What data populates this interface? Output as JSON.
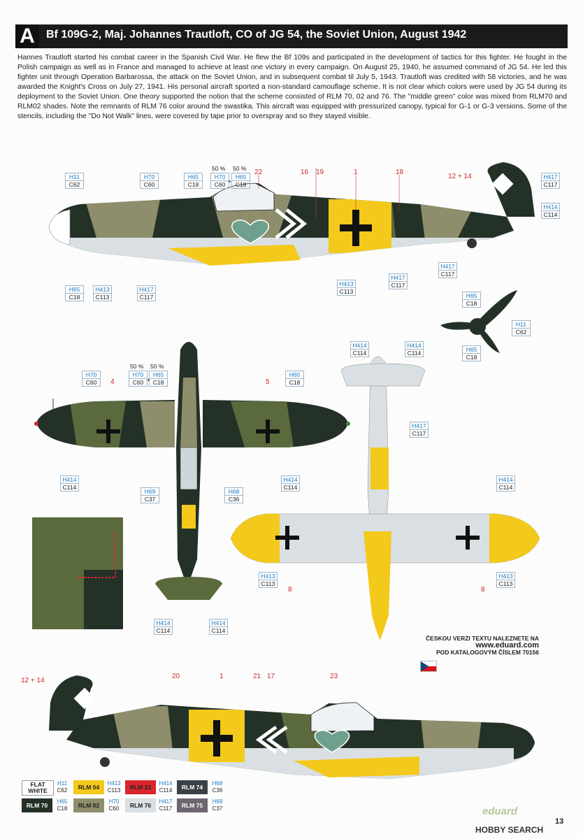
{
  "header": {
    "letter": "A",
    "title": "Bf 109G-2, Maj. Johannes Trautloft, CO of JG 54, the Soviet Union, August 1942"
  },
  "description": "Hannes Trautloft started his combat career in the Spanish Civil War. He flew the Bf 109s and participated in the development of tactics for this fighter. He fought in the Polish campaign as well as in France and managed to achieve at least one victory in every campaign. On August 25, 1940, he assumed command of JG 54. He led this fighter unit through Operation Barbarossa, the attack on the Soviet Union, and in subsequent combat til July 5, 1943. Trautloft was credited with 58 victories, and he was awarded the Knight's Cross on July 27, 1941. His personal aircraft sported a non-standard camouflage scheme. It is not clear which colors were used by JG 54 during its deployment to the Soviet Union. One theory supported the notion that the scheme consisted of RLM 70, 02 and 76. The \"middle green\" color was mixed from RLM70 and RLM02 shades. Note the remnants of RLM 76 color around the swastika. This aircraft was equipped with pressurized canopy, typical for G-1 or G-3 versions. Some of the stencils, including the \"Do Not Walk\" lines, were covered by tape prior to overspray and so they stayed visible.",
  "callouts": {
    "c01": {
      "h": "H11",
      "c": "C62"
    },
    "c02": {
      "h": "H70",
      "c": "C60"
    },
    "c03": {
      "h": "H65",
      "c": "C18"
    },
    "c04": {
      "h": "H70",
      "c": "C60"
    },
    "c05": {
      "h": "H65",
      "c": "C18"
    },
    "c06": {
      "h": "H417",
      "c": "C117"
    },
    "c07": {
      "h": "H414",
      "c": "C114"
    },
    "c08": {
      "h": "H65",
      "c": "C18"
    },
    "c09": {
      "h": "H413",
      "c": "C113"
    },
    "c10": {
      "h": "H417",
      "c": "C117"
    },
    "c11": {
      "h": "H413",
      "c": "C113"
    },
    "c12": {
      "h": "H417",
      "c": "C117"
    },
    "c13": {
      "h": "H417",
      "c": "C117"
    },
    "c14": {
      "h": "H65",
      "c": "C18"
    },
    "c15": {
      "h": "H11",
      "c": "C62"
    },
    "c16": {
      "h": "H65",
      "c": "C18"
    },
    "c17": {
      "h": "H70",
      "c": "C60"
    },
    "c18": {
      "h": "H70",
      "c": "C60"
    },
    "c19": {
      "h": "H65",
      "c": "C18"
    },
    "c20": {
      "h": "H65",
      "c": "C18"
    },
    "c21": {
      "h": "H414",
      "c": "C114"
    },
    "c22": {
      "h": "H69",
      "c": "C37"
    },
    "c23": {
      "h": "H68",
      "c": "C36"
    },
    "c24": {
      "h": "H414",
      "c": "C114"
    },
    "c25": {
      "h": "H414",
      "c": "C114"
    },
    "c26": {
      "h": "H414",
      "c": "C114"
    },
    "c27": {
      "h": "H414",
      "c": "C114"
    },
    "c28": {
      "h": "H417",
      "c": "C117"
    },
    "c29": {
      "h": "H414",
      "c": "C114"
    },
    "c30": {
      "h": "H414",
      "c": "C114"
    },
    "c31": {
      "h": "H413",
      "c": "C113"
    },
    "c32": {
      "h": "H413",
      "c": "C113"
    }
  },
  "percent": {
    "left": "50 %",
    "right": "50 %",
    "plus": "+"
  },
  "numbers": {
    "n22": "22",
    "n16": "16",
    "n19": "19",
    "n1a": "1",
    "n18": "18",
    "n12a": "12 + 14",
    "n4": "4",
    "n5": "5",
    "n8a": "8",
    "n8b": "8",
    "n12b": "12 + 14",
    "n20": "20",
    "n1b": "1",
    "n21": "21",
    "n17": "17",
    "n23": "23"
  },
  "czech": {
    "line1": "ČESKOU VERZI TEXTU NALEZNETE NA",
    "url": "www.eduard.com",
    "line3": "POD KATALOGOVÝM ČÍSLEM 70156"
  },
  "legend": [
    {
      "name": "FLAT WHITE",
      "color": "#ffffff",
      "text": "#111111",
      "h": "H11",
      "c": "C62"
    },
    {
      "name": "RLM 04",
      "color": "#f3c91b",
      "text": "#111111",
      "h": "H413",
      "c": "C113"
    },
    {
      "name": "RLM 23",
      "color": "#d8262c",
      "text": "#111111",
      "h": "H414",
      "c": "C114"
    },
    {
      "name": "RLM 74",
      "color": "#3a4046",
      "text": "#ffffff",
      "h": "H68",
      "c": "C36"
    },
    {
      "name": "RLM 70",
      "color": "#233127",
      "text": "#ffffff",
      "h": "H65",
      "c": "C18"
    },
    {
      "name": "RLM 02",
      "color": "#8e8e6c",
      "text": "#111111",
      "h": "H70",
      "c": "C60"
    },
    {
      "name": "RLM 76",
      "color": "#d9dfe2",
      "text": "#111111",
      "h": "H417",
      "c": "C117"
    },
    {
      "name": "RLM 75",
      "color": "#6d6670",
      "text": "#ffffff",
      "h": "H69",
      "c": "C37"
    }
  ],
  "colors": {
    "rlm70": "#233127",
    "rlm02": "#8e8e6c",
    "middle_green": "#5a6a3c",
    "rlm76": "#d9dfe2",
    "rlm04": "#f3c91b",
    "rlm23": "#d8262c"
  },
  "footer": {
    "brand": "eduard",
    "page": "13",
    "watermark": "HOBBY SEARCH"
  }
}
